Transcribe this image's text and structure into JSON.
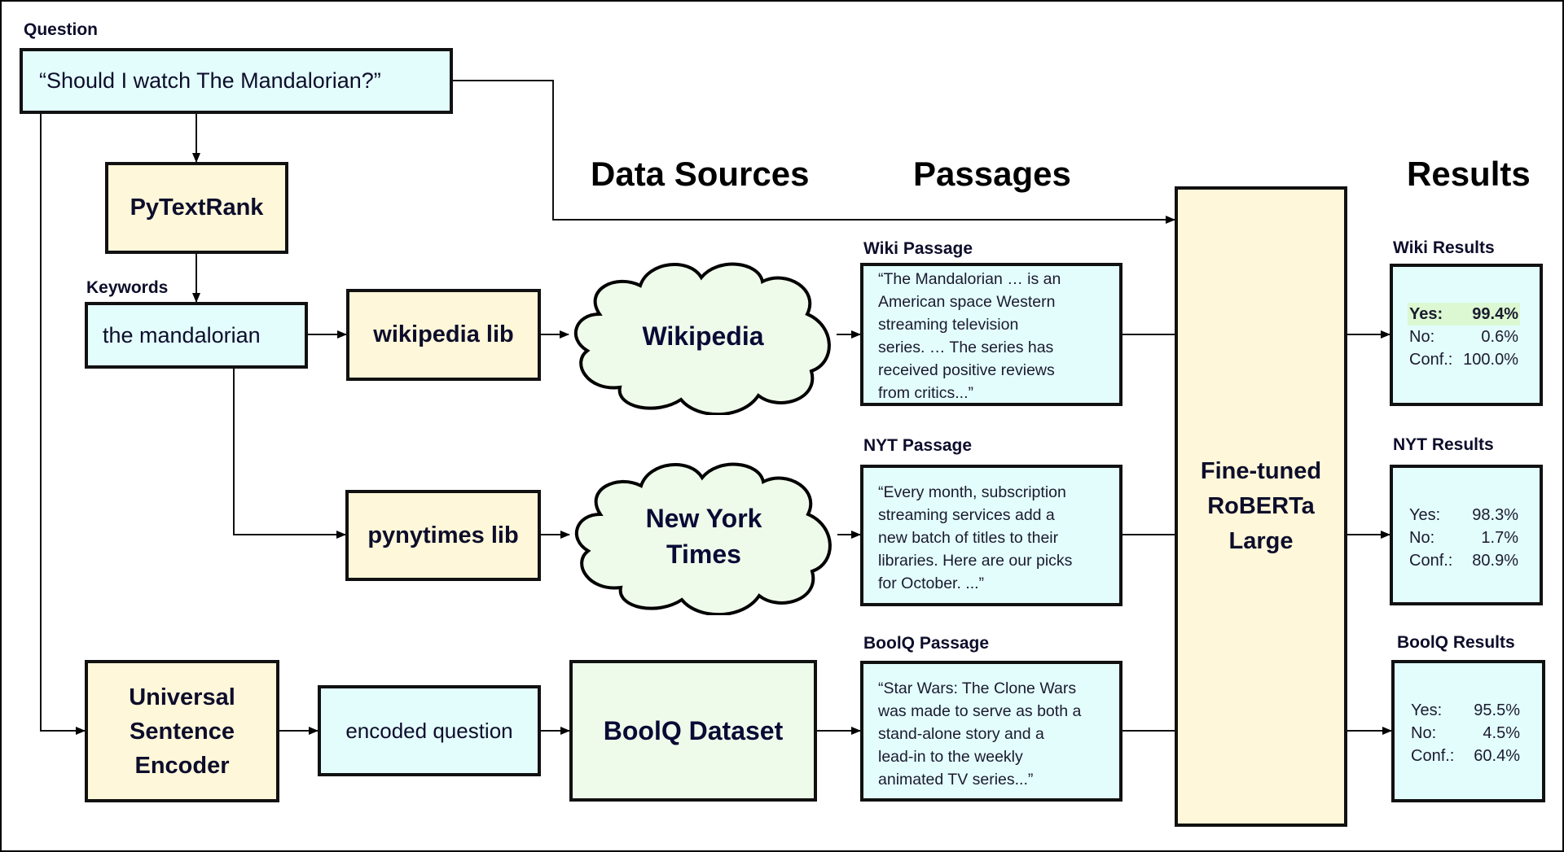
{
  "labels": {
    "question": "Question",
    "keywords": "Keywords",
    "wiki_passage": "Wiki Passage",
    "nyt_passage": "NYT Passage",
    "boolq_passage": "BoolQ Passage",
    "wiki_results": "Wiki Results",
    "nyt_results": "NYT Results",
    "boolq_results": "BoolQ Results"
  },
  "headings": {
    "data_sources": "Data Sources",
    "passages": "Passages",
    "results": "Results"
  },
  "nodes": {
    "question": "“Should I watch The Mandalorian?”",
    "pytextrank": "PyTextRank",
    "keywords": "the mandalorian",
    "wikipedia_lib": "wikipedia lib",
    "pynytimes_lib": "pynytimes lib",
    "wikipedia_cloud": [
      "Wikipedia"
    ],
    "nyt_cloud": [
      "New York",
      "Times"
    ],
    "use": [
      "Universal",
      "Sentence",
      "Encoder"
    ],
    "encoded_question": "encoded question",
    "boolq_dataset": "BoolQ Dataset",
    "roberta": [
      "Fine-tuned",
      "RoBERTa",
      "Large"
    ]
  },
  "passages": {
    "wiki": [
      "“The Mandalorian … is an",
      "American space Western",
      "streaming television",
      "series. … The series has",
      "received positive reviews",
      "from critics...”"
    ],
    "nyt": [
      "“Every month, subscription",
      "streaming services add a",
      "new batch of titles to their",
      "libraries. Here are our picks",
      "for October. ...”"
    ],
    "boolq": [
      "“Star Wars: The Clone Wars",
      "was made to serve as both a",
      "stand-alone story and a",
      "lead-in to the weekly",
      "animated TV series...”"
    ]
  },
  "results": {
    "wiki": {
      "rows": [
        {
          "label": "Yes:",
          "value": "99.4%",
          "highlight": true
        },
        {
          "label": "No:",
          "value": "0.6%"
        },
        {
          "label": "Conf.:",
          "value": "100.0%"
        }
      ]
    },
    "nyt": {
      "rows": [
        {
          "label": "Yes:",
          "value": "98.3%"
        },
        {
          "label": "No:",
          "value": "1.7%"
        },
        {
          "label": "Conf.:",
          "value": "80.9%"
        }
      ]
    },
    "boolq": {
      "rows": [
        {
          "label": "Yes:",
          "value": "95.5%"
        },
        {
          "label": "No:",
          "value": "4.5%"
        },
        {
          "label": "Conf.:",
          "value": "60.4%"
        }
      ]
    }
  },
  "colors": {
    "data_box": "#e3fdfd",
    "process_box": "#fef7d9",
    "source_fill": "#effbea",
    "highlight": "#dcf8d2"
  }
}
